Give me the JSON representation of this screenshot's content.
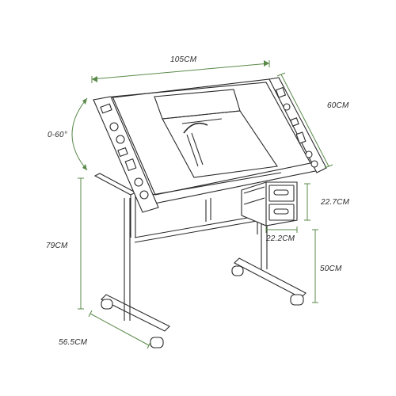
{
  "dimensions": {
    "width": "105CM",
    "depth": "60CM",
    "tilt": "0-60°",
    "height": "79CM",
    "drawer_height": "22.7CM",
    "drawer_width": "22.2CM",
    "under_clearance": "50CM",
    "base_depth": "56.5CM"
  },
  "colors": {
    "dimension_line": "#5a8a4a",
    "outline": "#2a2a2a",
    "background": "#ffffff"
  }
}
